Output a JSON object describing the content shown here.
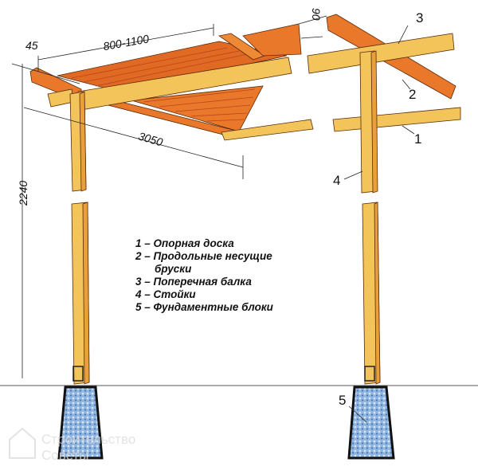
{
  "dimensions": {
    "d45": "45",
    "d800_1100": "800-1100",
    "d3050": "3050",
    "d2240": "2240",
    "d90": "90"
  },
  "callouts": {
    "c1": "1",
    "c2": "2",
    "c3": "3",
    "c4": "4",
    "c5": "5"
  },
  "legend": [
    {
      "text": "1 – Опорная доска"
    },
    {
      "text": "2 – Продольные несущие"
    },
    {
      "text": "бруски"
    },
    {
      "text": "3 – Поперечная балка"
    },
    {
      "text": "4 – Стойки"
    },
    {
      "text": "5 – Фундаментные блоки"
    }
  ],
  "watermark": {
    "line1": "Строительство",
    "line2": "Советы"
  },
  "colors": {
    "wood_light": "#f2c45a",
    "wood_orange": "#e9782a",
    "wood_dark": "#c9501a",
    "concrete": "#7fa6d6"
  }
}
